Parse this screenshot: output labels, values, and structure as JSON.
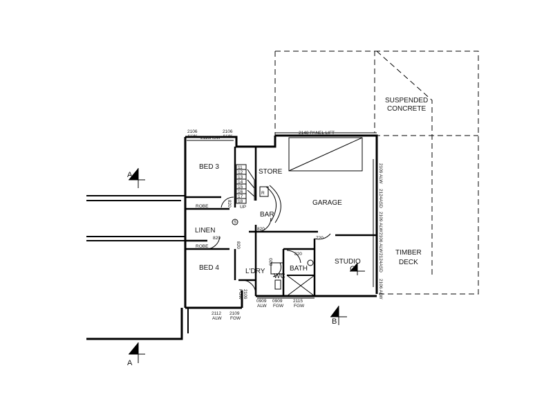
{
  "rooms": {
    "bed3": "BED 3",
    "bed4": "BED 4",
    "store": "STORE",
    "garage": "GARAGE",
    "bar": "BAR",
    "linen": "LINEN",
    "ldry": "L'DRY",
    "wc": "WC",
    "bath": "BATH",
    "studio": "STUDIO",
    "timber": "TIMBER",
    "deck": "DECK",
    "suspended": "SUSPENDED",
    "concrete": "CONCRETE"
  },
  "labels": {
    "robe_upper": "ROBE",
    "robe_lower": "ROBE",
    "panel_lift": "2148 PANEL LIFT",
    "up": "UP",
    "refrigerator": "R",
    "smoke": "S"
  },
  "dims": {
    "d2106_alw_1": "2106",
    "d2106_alw_1b": "ALW",
    "d2118asw": "2118ASW",
    "d2106_alw_2": "2106",
    "d2106_alw_2b": "ALW",
    "door820_stair": "820",
    "door820_bar": "820",
    "door820_linen": "820",
    "door820_hall": "820",
    "door820_bath": "820",
    "door720": "720",
    "door820_wc": "820",
    "d2112": "2112",
    "d2112b": "ALW",
    "d2109_fgw_a": "2109",
    "d2109_fgw_ab": "FGW",
    "d2109_fgw_side": "2109",
    "d2109_fgw_sideb": "FGW",
    "d0909_alw": "0909",
    "d0909_alwb": "ALW",
    "d0909_fgw": "0909",
    "d0909_fgwb": "FGW",
    "d2115": "2115",
    "d2115b": "FGW",
    "r2109_alw": "2109 ALW",
    "r2124asd_1": "2124ASD",
    "r2109_alw_2": "2109 ALW",
    "r2106_alw": "2106 ALW",
    "r2124asd_2": "2124ASD",
    "r2106_alw_2": "2106 ALW"
  },
  "stairs": [
    "11",
    "12",
    "13",
    "14",
    "15",
    "16",
    "17",
    "18"
  ],
  "sections": {
    "a_top": "A",
    "a_bottom": "A",
    "b": "B",
    "c": "C"
  }
}
